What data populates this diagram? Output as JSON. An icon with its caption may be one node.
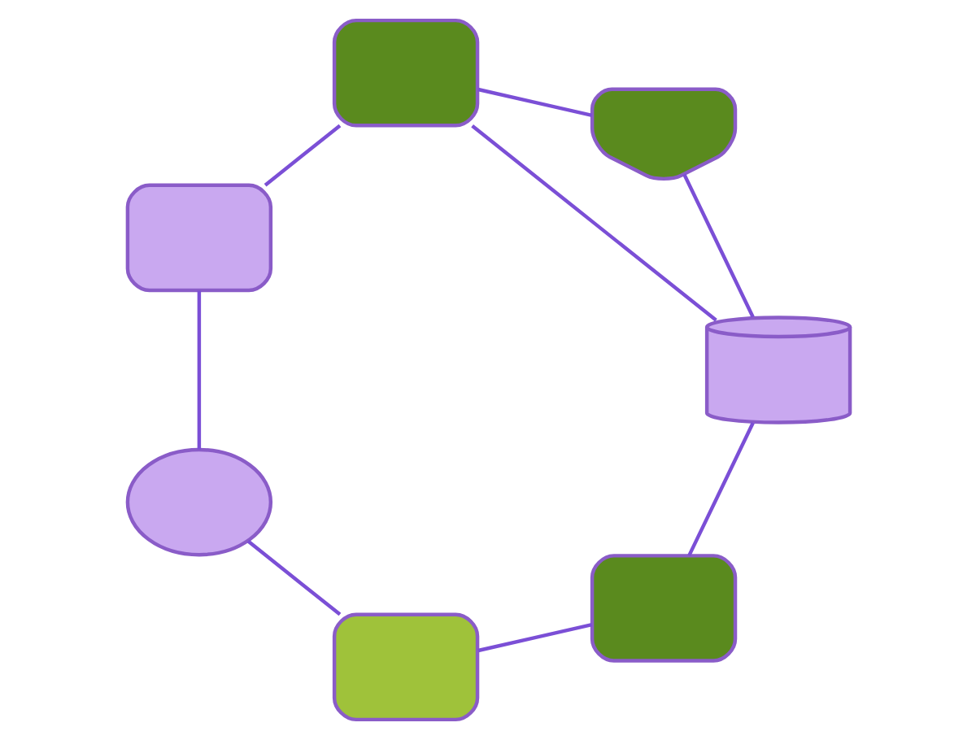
{
  "diagram": {
    "nodes": [
      {
        "text": [],
        "shape": "box"
      },
      {
        "text": [],
        "shape": "box"
      },
      {
        "text": [],
        "shape": "cylinder"
      },
      {
        "text": [],
        "shape": "shield"
      },
      {
        "text": [],
        "shape": "cloud"
      },
      {
        "text": [],
        "shape": "box"
      },
      {
        "text": [],
        "shape": "box"
      }
    ],
    "edges": [
      {
        "from": 0,
        "to": 1,
        "arrow": "none"
      },
      {
        "from": 1,
        "to": 4,
        "arrow": "none"
      },
      {
        "from": 2,
        "to": 0,
        "arrow": "none"
      },
      {
        "from": 2,
        "to": 6,
        "arrow": "none"
      },
      {
        "from": 6,
        "to": 5,
        "arrow": "none"
      },
      {
        "from": 5,
        "to": 4,
        "arrow": "none"
      },
      {
        "from": 3,
        "to": 2,
        "arrow": "none"
      },
      {
        "from": 3,
        "to": 6,
        "arrow": "none"
      }
    ]
  }
}
